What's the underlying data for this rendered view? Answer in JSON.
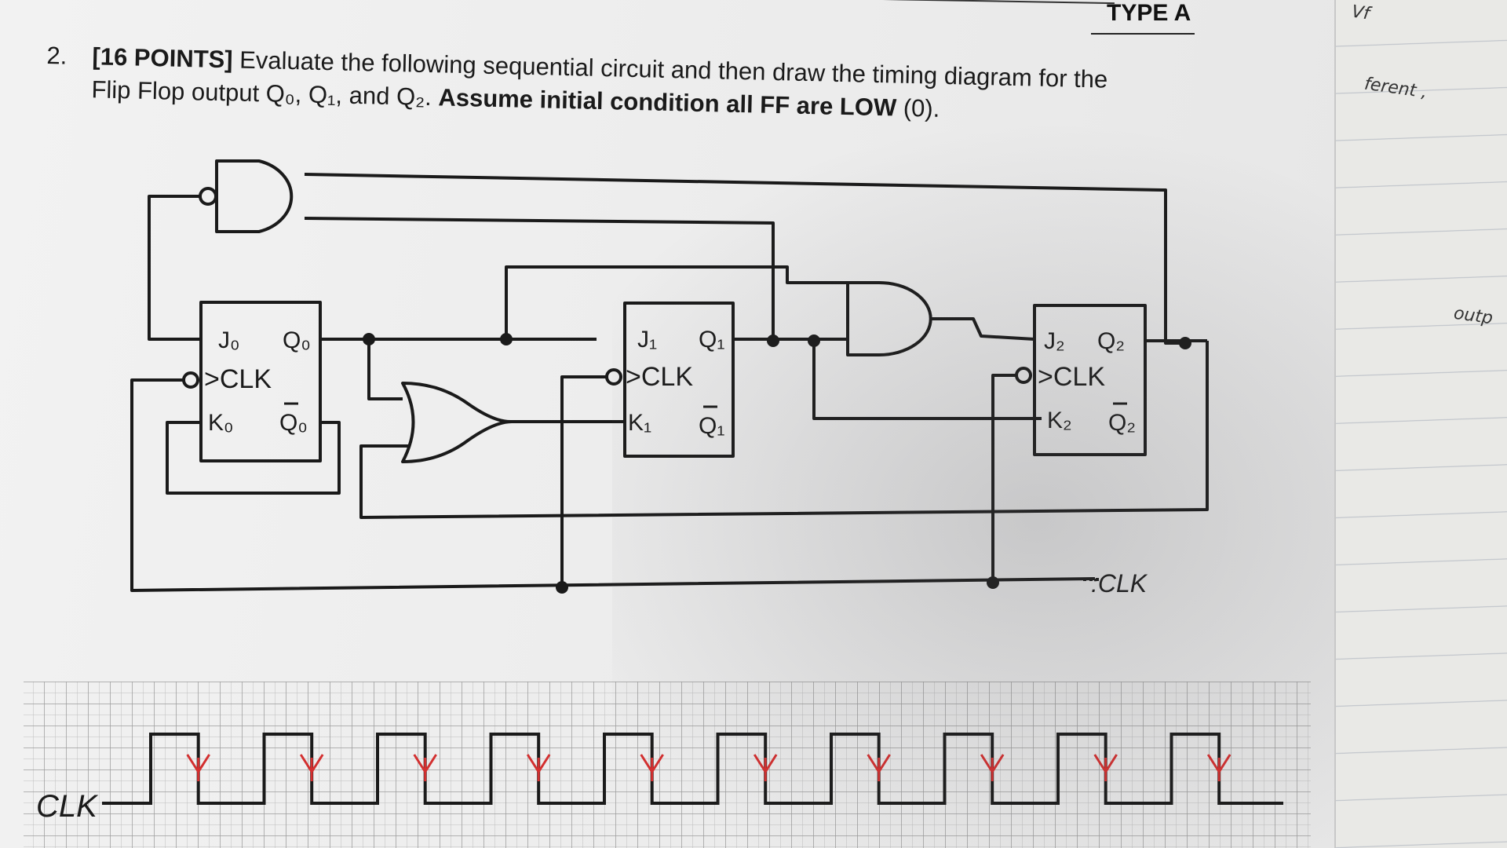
{
  "header": {
    "type_label": "TYPE A"
  },
  "question": {
    "number": "2.",
    "points": "[16 POINTS]",
    "text_part1": " Evaluate the following sequential circuit and then draw the timing diagram for the",
    "text_line2": "Flip Flop output Q₀, Q₁, and Q₂. ",
    "bold_part": "Assume initial condition all FF are LOW",
    "text_end": " (0)."
  },
  "flip_flops": [
    {
      "j": "J₀",
      "k": "K₀",
      "clk": "CLK",
      "q": "Q₀",
      "qbar": "Q₀"
    },
    {
      "j": "J₁",
      "k": "K₁",
      "clk": "CLK",
      "q": "Q₁",
      "qbar": "Q₁"
    },
    {
      "j": "J₂",
      "k": "K₂",
      "clk": "CLK",
      "q": "Q₂",
      "qbar": "Q₂"
    }
  ],
  "gates": [
    {
      "type": "NAND"
    },
    {
      "type": "OR"
    },
    {
      "type": "AND"
    }
  ],
  "clock_label": ":CLK",
  "timing": {
    "signal_label": "CLK",
    "pulse_count": 10,
    "falling_edge_marks": "red"
  },
  "side_notes": [
    "ferent ,",
    "outp",
    "Vf"
  ],
  "colors": {
    "paper": "#efefef",
    "ink": "#1a1a1a",
    "grid": "#9a9a9a",
    "annotation": "#d32f2f"
  }
}
